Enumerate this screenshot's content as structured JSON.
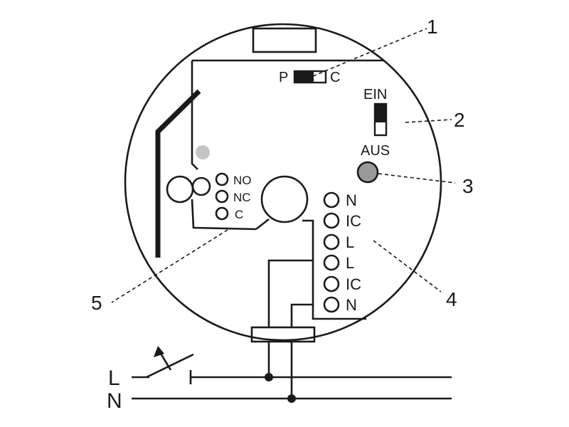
{
  "callouts": [
    "1",
    "2",
    "3",
    "4",
    "5"
  ],
  "switch_pc": {
    "left": "P",
    "right": "C"
  },
  "switch_ein_aus": {
    "top": "EIN",
    "bottom": "AUS"
  },
  "relay_terminals": [
    "NO",
    "NC",
    "C"
  ],
  "terminals": [
    "N",
    "IC",
    "L",
    "L",
    "IC",
    "N"
  ],
  "mains": {
    "line": "L",
    "neutral": "N"
  },
  "colors": {
    "ink": "#1a1a1a",
    "led_gray": "#9a9a9a",
    "dot_gray": "#c4c4c4"
  }
}
